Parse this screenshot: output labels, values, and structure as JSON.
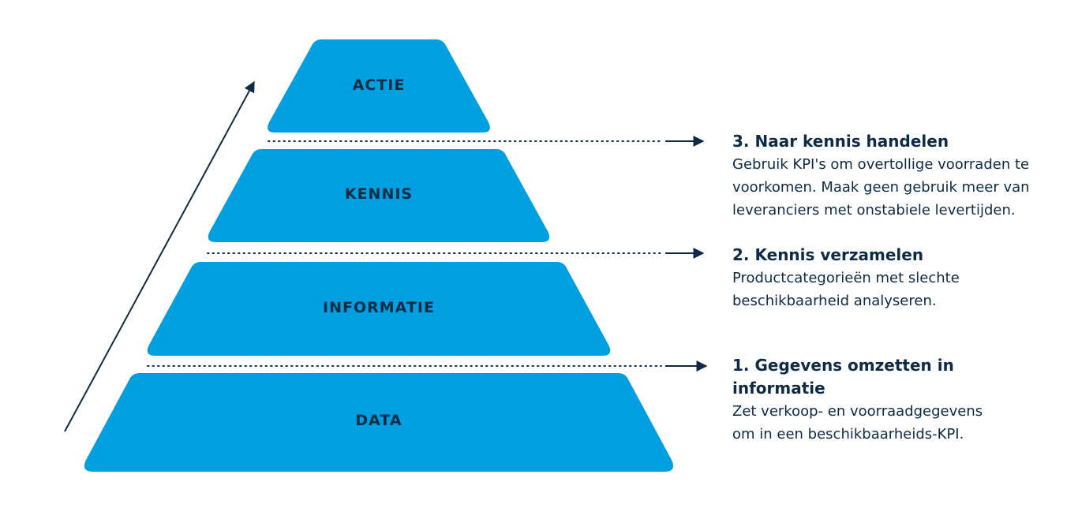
{
  "pyramid": {
    "tiers": [
      {
        "label": "ACTIE"
      },
      {
        "label": "KENNIS"
      },
      {
        "label": "INFORMATIE"
      },
      {
        "label": "DATA"
      }
    ]
  },
  "steps": [
    {
      "title": "3. Naar kennis handelen",
      "body_lines": [
        "Gebruik KPI's om overtollige voorraden te",
        "voorkomen. Maak geen gebruik meer van",
        "leveranciers met onstabiele levertijden."
      ]
    },
    {
      "title": "2. Kennis verzamelen",
      "body_lines": [
        "Productcategorieën met slechte",
        "beschikbaarheid analyseren."
      ]
    },
    {
      "title_lines": [
        "1. Gegevens omzetten in",
        "informatie"
      ],
      "body_lines": [
        "Zet verkoop- en voorraadgegevens",
        "om in een beschikbaarheids-KPI."
      ]
    }
  ],
  "colors": {
    "tier_fill": "#009fe0",
    "ink": "#0d2b45"
  }
}
